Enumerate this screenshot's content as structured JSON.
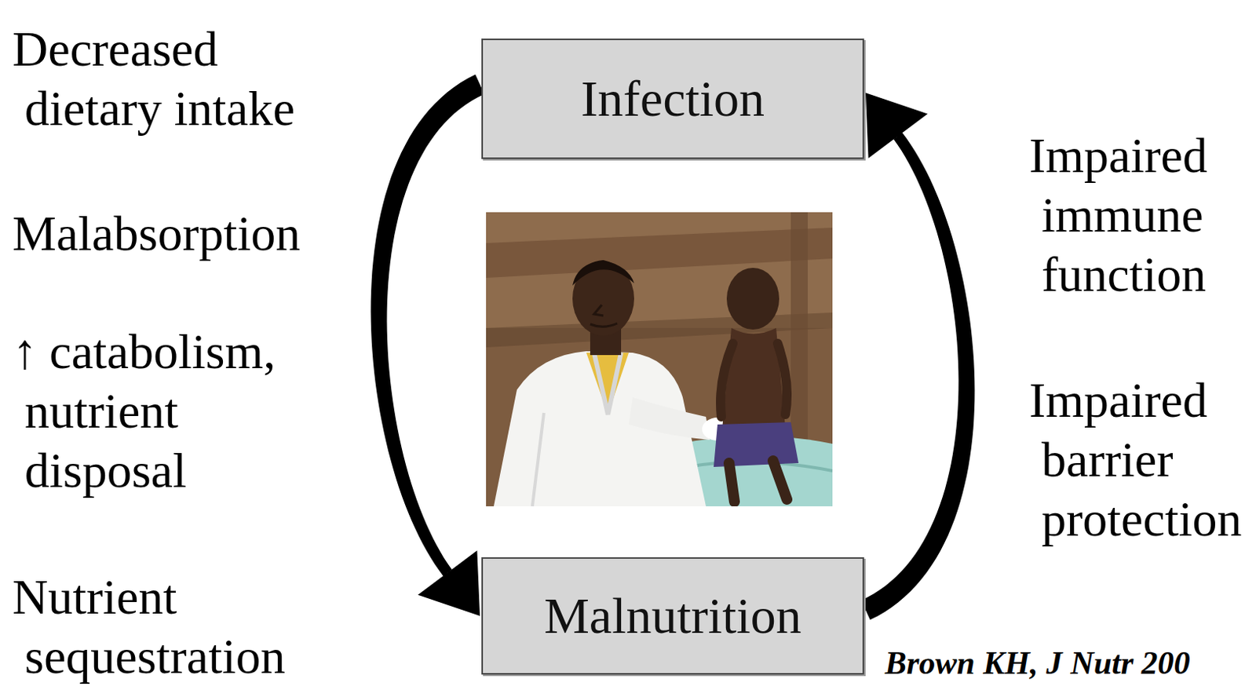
{
  "diagram": {
    "nodes": [
      {
        "text": [
          "Infection"
        ]
      },
      {
        "text": [
          "Malnutrition"
        ]
      }
    ],
    "edges": [
      {
        "from": 0,
        "to": 1,
        "arrow": "to"
      },
      {
        "from": 1,
        "to": 0,
        "arrow": "to"
      }
    ],
    "labels": [
      "Decreased dietary intake",
      "Malabsorption",
      "↑ catabolism, nutrient disposal",
      "Nutrient sequestration",
      "Impaired immune function",
      "Impaired barrier protection",
      "Brown KH, J Nutr 200"
    ]
  }
}
